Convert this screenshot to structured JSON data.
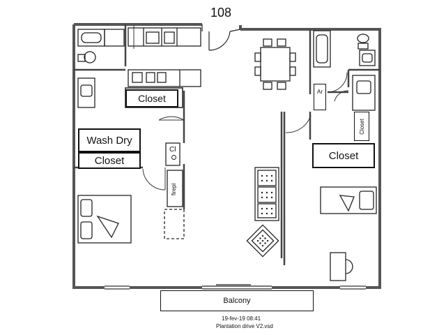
{
  "plan": {
    "unit_number": "108",
    "labels": {
      "closet_top": "Closet",
      "wash_dry": "Wash Dry",
      "closet_left": "Closet",
      "closet_right": "Closet",
      "closet_small": "Closet",
      "cl": "Cl",
      "ar": "Ar",
      "firepl": "firepl",
      "balcony": "Balcony"
    },
    "footer": {
      "timestamp": "19-fev-19 08:41",
      "filename": "Plantation drive V2.vsd"
    }
  },
  "colors": {
    "wall": "#444444",
    "line": "#111111",
    "background": "#ffffff"
  }
}
